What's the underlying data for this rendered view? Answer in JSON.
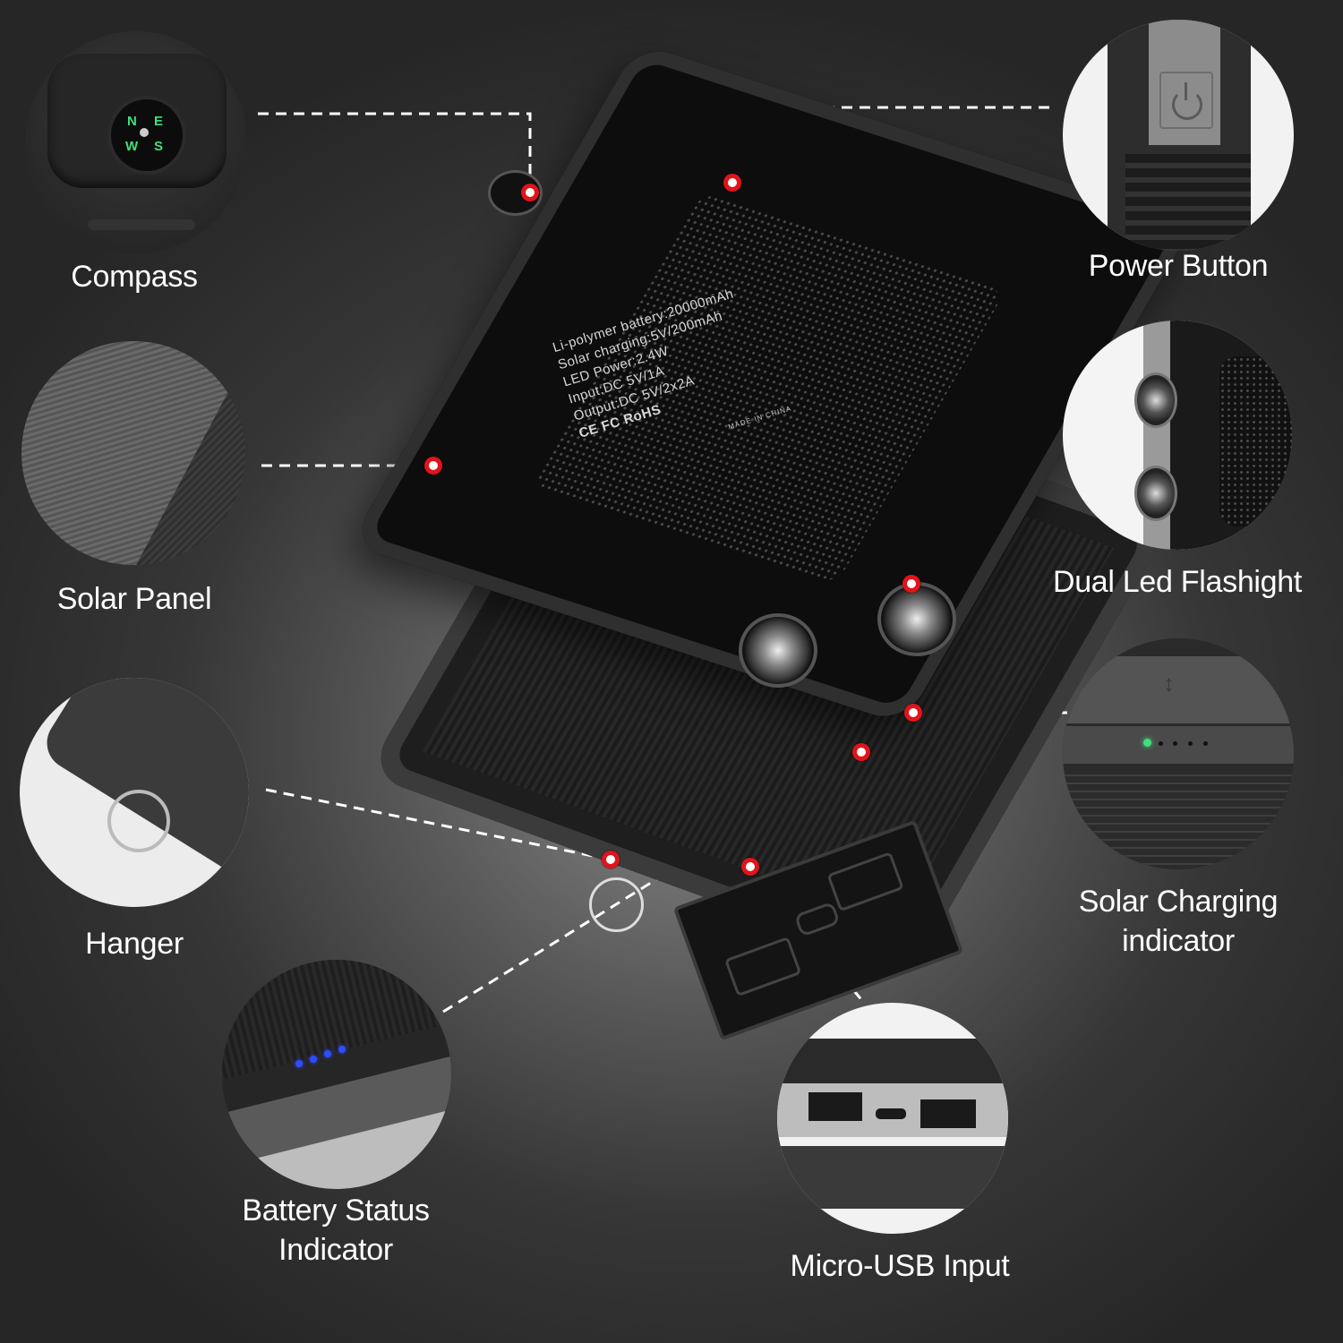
{
  "callouts": [
    {
      "id": "compass",
      "label": "Compass"
    },
    {
      "id": "solar-panel",
      "label": "Solar Panel"
    },
    {
      "id": "hanger",
      "label": "Hanger"
    },
    {
      "id": "battery-status",
      "label_line1": "Battery Status",
      "label_line2": "Indicator"
    },
    {
      "id": "power-button",
      "label": "Power Button"
    },
    {
      "id": "dual-led",
      "label": "Dual Led Flashight"
    },
    {
      "id": "solar-charging",
      "label_line1": "Solar Charging",
      "label_line2": "indicator"
    },
    {
      "id": "micro-usb",
      "label": "Micro-USB Input"
    }
  ],
  "device_label": {
    "lines": [
      "Li-polymer battery:20000mAh",
      "Solar charging:5V/200mAh",
      "LED Power:2.4W",
      "Input:DC 5V/1A",
      "Output:DC 5V/2x2A",
      "CE FC RoHS"
    ],
    "made_in": "MADE IN CHINA"
  },
  "compass_letters": [
    "N",
    "E",
    "S",
    "W"
  ],
  "indicators": {
    "solar_led_color": "#3fe07a",
    "battery_led_color": "#2f4cff",
    "battery_leds_lit": 4,
    "solar_leds_total": 5
  },
  "colors": {
    "marker": "#e0141b",
    "background": "#262626",
    "text": "#ffffff"
  }
}
